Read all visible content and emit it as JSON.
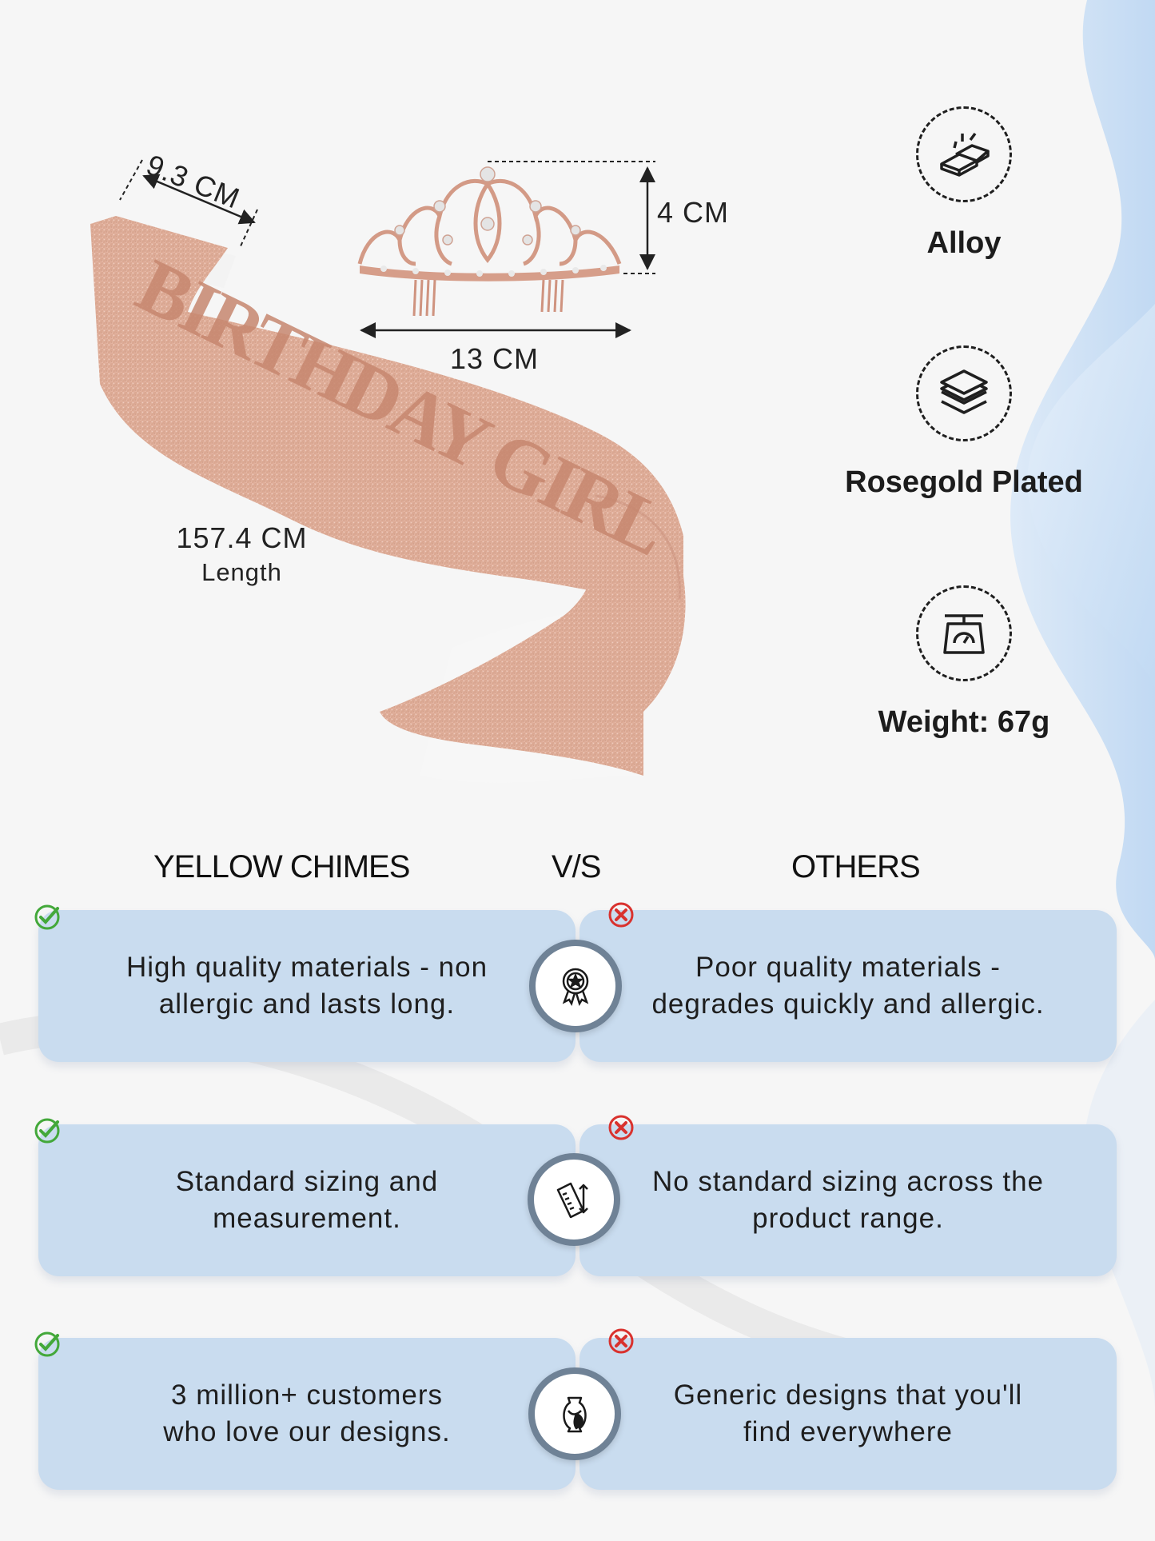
{
  "dimensions": {
    "sash_width": "9.3 CM",
    "tiara_height": "4 CM",
    "tiara_width": "13 CM",
    "sash_length_value": "157.4 CM",
    "sash_length_label": "Length"
  },
  "sash_text": "BIRTHDAY GIRL",
  "features": [
    {
      "icon": "gold-bars-icon",
      "label": "Alloy"
    },
    {
      "icon": "layers-icon",
      "label": "Rosegold Plated"
    },
    {
      "icon": "weighing-scale-icon",
      "label": "Weight: 67g"
    }
  ],
  "comparison": {
    "left_heading": "YELLOW CHIMES",
    "middle_heading": "V/S",
    "right_heading": "OTHERS",
    "rows": [
      {
        "icon": "quality-badge-icon",
        "left": [
          "High quality materials - non",
          "allergic and lasts long."
        ],
        "right": [
          "Poor quality materials -",
          "degrades quickly and allergic."
        ]
      },
      {
        "icon": "ruler-icon",
        "left": [
          "Standard sizing and",
          "measurement."
        ],
        "right": [
          "No standard sizing across the",
          "product range."
        ]
      },
      {
        "icon": "vase-design-icon",
        "left": [
          "3 million+ customers",
          "who love our designs."
        ],
        "right": [
          "Generic designs that you'll",
          "find everywhere"
        ]
      }
    ]
  },
  "colors": {
    "card": "#c9dcef",
    "check": "#43a83a",
    "cross": "#d9322e",
    "badge_ring": "#6f8296",
    "sash": "#dcab97"
  }
}
